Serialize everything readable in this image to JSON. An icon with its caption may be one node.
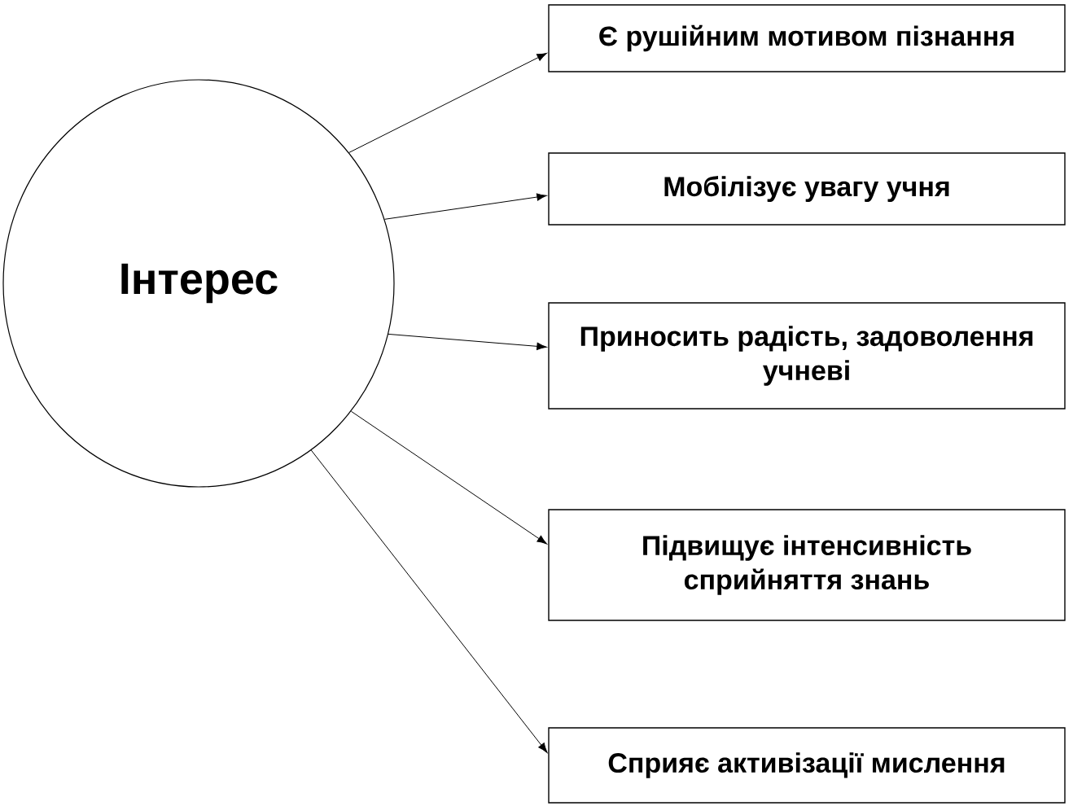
{
  "diagram": {
    "nodes": [
      {
        "text": [
          "Інтерес"
        ]
      },
      {
        "text": [
          "Є рушійним мотивом пізнання"
        ]
      },
      {
        "text": [
          "Мобілізує увагу учня"
        ]
      },
      {
        "text": [
          "Приносить радість, задоволення учневі"
        ]
      },
      {
        "text": [
          "Підвищує інтенсивність сприйняття знань"
        ]
      },
      {
        "text": [
          "Сприяє активізації мислення"
        ]
      }
    ],
    "edges": [
      {
        "from": 0,
        "to": 1,
        "arrow": "to"
      },
      {
        "from": 0,
        "to": 2,
        "arrow": "to"
      },
      {
        "from": 0,
        "to": 3,
        "arrow": "to"
      },
      {
        "from": 0,
        "to": 4,
        "arrow": "to"
      },
      {
        "from": 0,
        "to": 5,
        "arrow": "to"
      }
    ]
  }
}
